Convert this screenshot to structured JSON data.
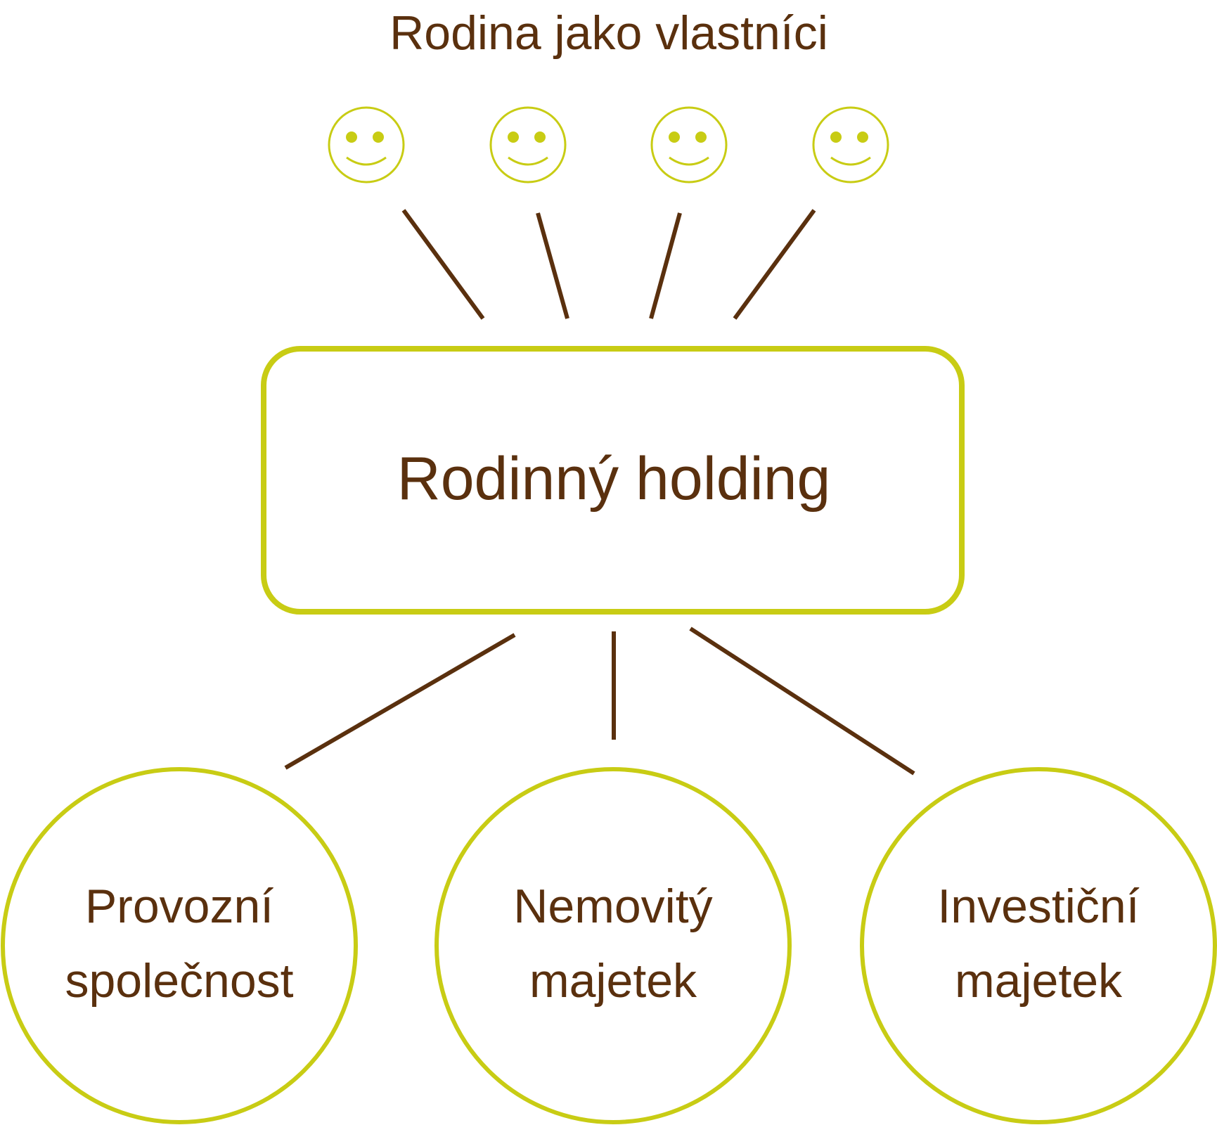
{
  "title": "Rodina jako vlastníci",
  "holding": {
    "label": "Rodinný holding"
  },
  "owners": [
    {
      "icon": "smiley-face-icon"
    },
    {
      "icon": "smiley-face-icon"
    },
    {
      "icon": "smiley-face-icon"
    },
    {
      "icon": "smiley-face-icon"
    }
  ],
  "subsidiaries": [
    {
      "line1": "Provozní",
      "line2": "společnost"
    },
    {
      "line1": "Nemovitý",
      "line2": "majetek"
    },
    {
      "line1": "Investiční",
      "line2": "majetek"
    }
  ],
  "colors": {
    "accent": "#c8cc14",
    "text": "#5a300e",
    "connector": "#5a300e",
    "background": "#ffffff"
  }
}
